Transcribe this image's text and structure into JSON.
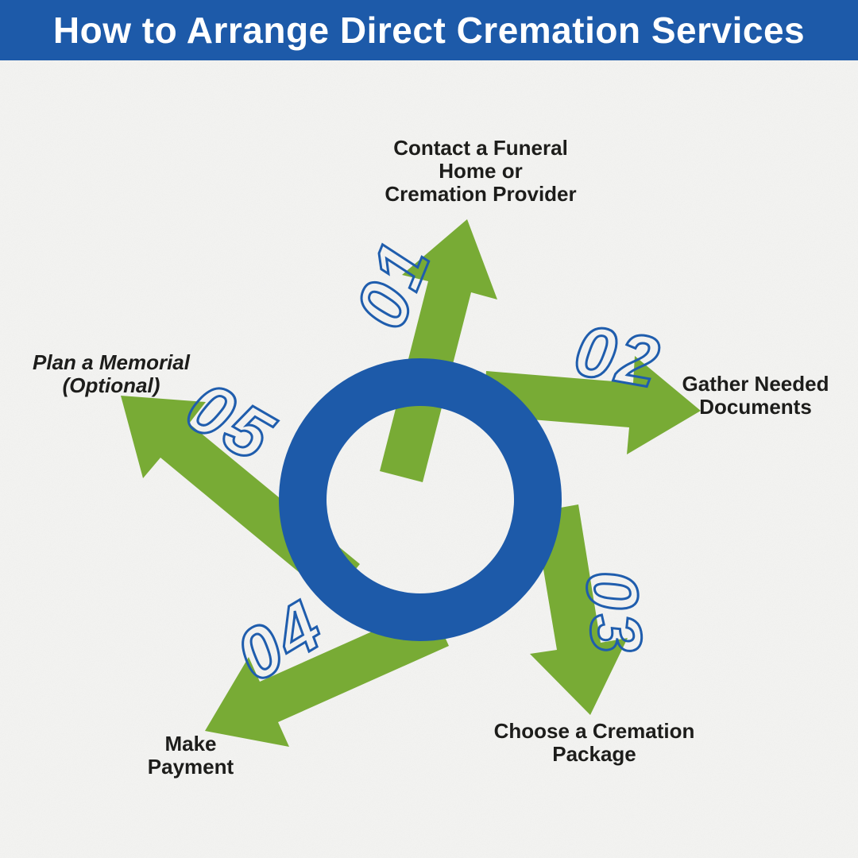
{
  "header": {
    "title": "How to Arrange Direct Cremation Services"
  },
  "colors": {
    "header_bg": "#1d5aa9",
    "header_text": "#ffffff",
    "ring_blue": "#1d5aa9",
    "arrow_green": "#78ab35",
    "number_stroke": "#1f5dad",
    "label_text": "#1d1d1b",
    "background": "#f3f3f1"
  },
  "diagram": {
    "center_icon": "ring-icon",
    "steps": [
      {
        "number": "01",
        "label": "Contact a Funeral\nHome or\nCremation Provider",
        "position": "top"
      },
      {
        "number": "02",
        "label": "Gather Needed\nDocuments",
        "position": "right"
      },
      {
        "number": "03",
        "label": "Choose a Cremation\nPackage",
        "position": "bottom-right"
      },
      {
        "number": "04",
        "label": "Make\nPayment",
        "position": "bottom-left"
      },
      {
        "number": "05",
        "label": "Plan a Memorial\n(Optional)",
        "position": "left"
      }
    ]
  }
}
